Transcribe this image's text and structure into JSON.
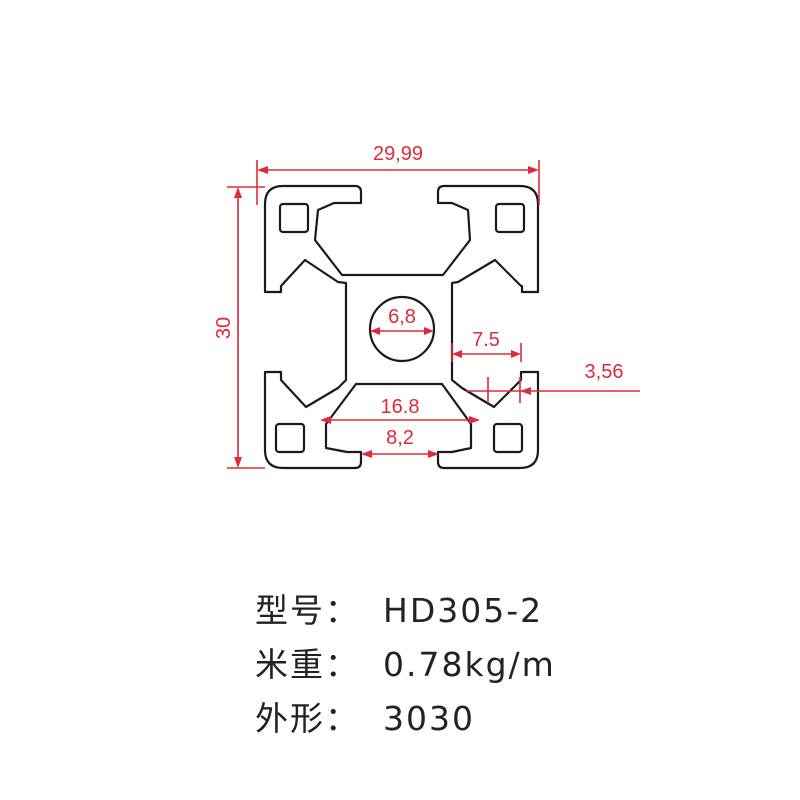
{
  "drawing": {
    "dimensions": {
      "width": "29,99",
      "height": "30",
      "center_hole": "6,8",
      "slot_depth": "7.5",
      "wall": "3,56",
      "inner_width": "16.8",
      "slot_opening": "8,2"
    },
    "colors": {
      "profile": "#1a1a1a",
      "dimension": "#e0293a"
    }
  },
  "specs": {
    "model_label": "型号：",
    "model_value": "HD305-2",
    "weight_label": "米重：",
    "weight_value": "0.78kg/m",
    "size_label": "外形：",
    "size_value": "3030"
  }
}
